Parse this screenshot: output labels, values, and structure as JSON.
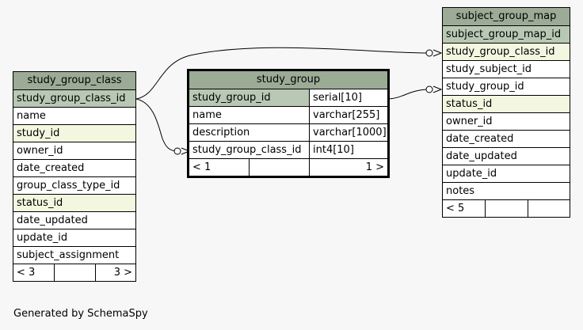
{
  "tables": {
    "study_group_class": {
      "name": "study_group_class",
      "rows": [
        "study_group_class_id",
        "name",
        "study_id",
        "owner_id",
        "date_created",
        "group_class_type_id",
        "status_id",
        "date_updated",
        "update_id",
        "subject_assignment"
      ],
      "footer_left": "< 3",
      "footer_right": "3 >"
    },
    "study_group": {
      "name": "study_group",
      "rows": [
        {
          "col": "study_group_id",
          "type": "serial[10]"
        },
        {
          "col": "name",
          "type": "varchar[255]"
        },
        {
          "col": "description",
          "type": "varchar[1000]"
        },
        {
          "col": "study_group_class_id",
          "type": "int4[10]"
        }
      ],
      "footer_left": "< 1",
      "footer_right": "1 >"
    },
    "subject_group_map": {
      "name": "subject_group_map",
      "rows": [
        "subject_group_map_id",
        "study_group_class_id",
        "study_subject_id",
        "study_group_id",
        "status_id",
        "owner_id",
        "date_created",
        "date_updated",
        "update_id",
        "notes"
      ],
      "footer_left": "< 5"
    }
  },
  "credit": "Generated by SchemaSpy",
  "colors": {
    "header": "#9bab96",
    "primary_key": "#b8c8b4",
    "indexed": "#f4f7e0",
    "background": "#f7f7f7"
  }
}
